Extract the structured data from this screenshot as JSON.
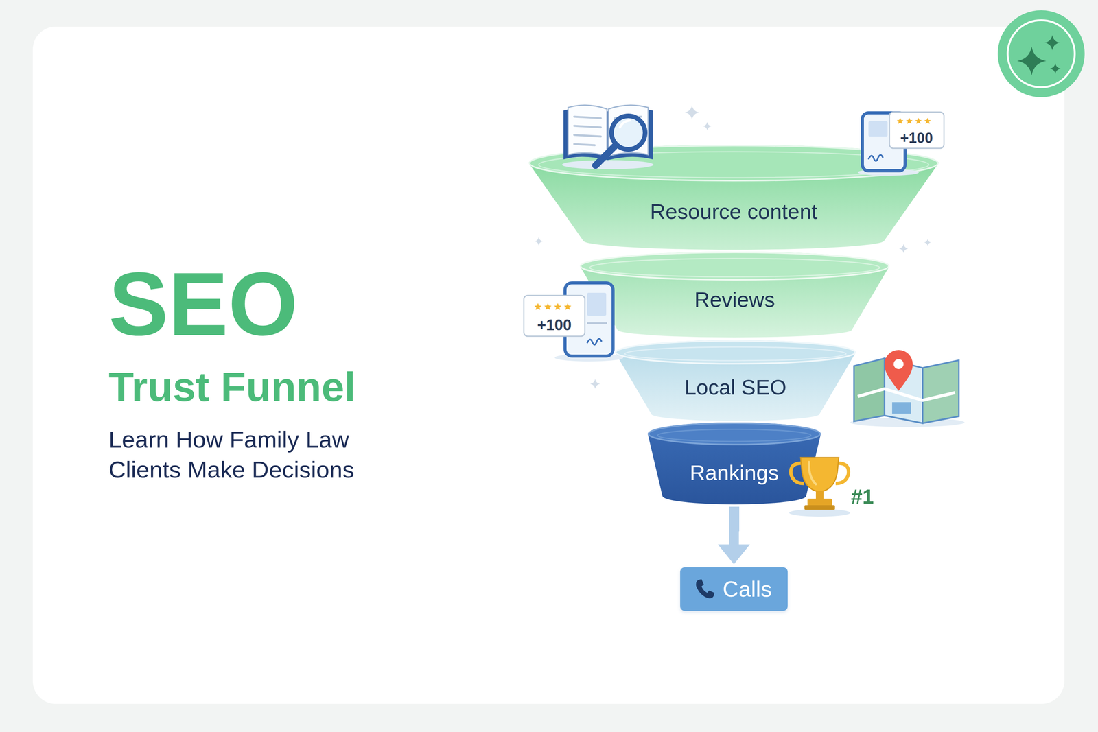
{
  "diagram": {
    "title": "SEO",
    "nodes": [
      {
        "text": [
          "Resource content"
        ]
      },
      {
        "text": [
          "Reviews"
        ]
      },
      {
        "text": [
          "Local SEO"
        ]
      },
      {
        "text": [
          "Rankings"
        ]
      },
      {
        "text": [
          "Calls"
        ]
      }
    ],
    "edges": [
      {
        "from": 3,
        "to": 4,
        "arrow": "to"
      }
    ],
    "labels": [
      "Trust Funnel",
      "Learn How Family Law Clients Make Decisions",
      "+100",
      "+100",
      "#1"
    ]
  }
}
